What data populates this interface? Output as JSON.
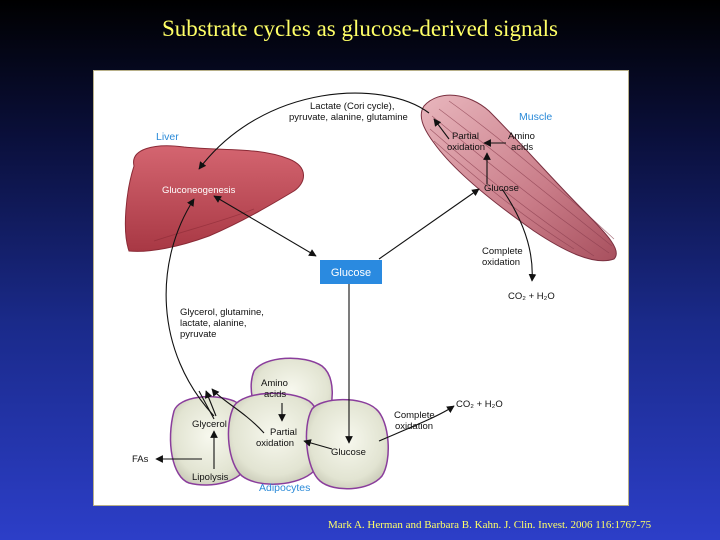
{
  "title": "Substrate cycles as glucose-derived signals",
  "citation": "Mark A. Herman and Barbara B. Kahn. J. Clin. Invest. 2006 116:1767-75",
  "diagram": {
    "organs": {
      "liver": "Liver",
      "muscle": "Muscle",
      "adipocytes": "Adipocytes"
    },
    "center": "Glucose",
    "liver_node": "Gluconeogenesis",
    "muscle_nodes": {
      "partial_oxidation": [
        "Partial",
        "oxidation"
      ],
      "amino_acids": [
        "Amino",
        "acids"
      ],
      "glucose": "Glucose",
      "complete_oxidation": [
        "Complete",
        "oxidation"
      ],
      "co2": "CO₂ + H₂O"
    },
    "top_flow": [
      "Lactate (Cori cycle),",
      "pyruvate, alanine, glutamine"
    ],
    "left_flow": [
      "Glycerol, glutamine,",
      "lactate, alanine,",
      "pyruvate"
    ],
    "adipocyte_nodes": {
      "amino_acids": [
        "Amino",
        "acids"
      ],
      "glycerol": "Glycerol",
      "partial_oxidation": [
        "Partial",
        "oxidation"
      ],
      "glucose": "Glucose",
      "lipolysis": "Lipolysis",
      "fas": "FAs",
      "complete_oxidation": [
        "Complete",
        "oxidation"
      ],
      "co2": "CO₂ + H₂O"
    },
    "colors": {
      "glucose_box": "#2a8ae0",
      "liver": "#c5505a",
      "muscle": "#d9a0a8",
      "adipocyte": "#e6e8d8",
      "adipocyte_membrane": "#8a3d9c",
      "organ_label": "#2a8ad8"
    }
  }
}
